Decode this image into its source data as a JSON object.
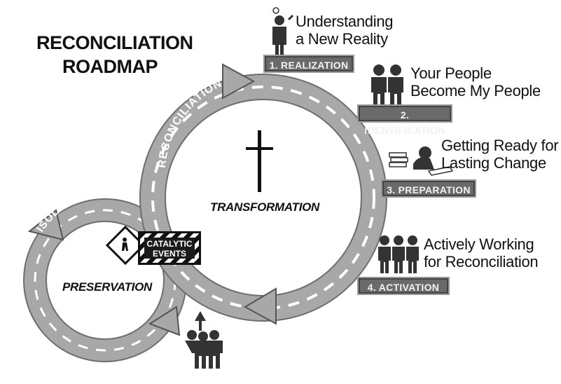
{
  "title_line1": "RECONCILIATION",
  "title_line2": "ROADMAP",
  "road_labels": {
    "reconciliation": "RECONCILIATION",
    "isolation": "ISOLATION"
  },
  "center_labels": {
    "transformation": "TRANSFORMATION",
    "preservation": "PRESERVATION"
  },
  "catalytic": {
    "line1": "CATALYTIC",
    "line2": "EVENTS"
  },
  "stages": [
    {
      "box_label": "1. REALIZATION",
      "caption_line1": "Understanding",
      "caption_line2": "a New Reality",
      "icon": "person-lightbulb-icon"
    },
    {
      "box_label": "2. IDENTIFICATION",
      "caption_line1": "Your People",
      "caption_line2": "Become My People",
      "icon": "two-people-icon"
    },
    {
      "box_label": "3. PREPARATION",
      "caption_line1": "Getting Ready for",
      "caption_line2": "Lasting Change",
      "icon": "person-studying-icon"
    },
    {
      "box_label": "4. ACTIVATION",
      "caption_line1": "Actively Working",
      "caption_line2": "for Reconciliation",
      "icon": "three-people-icon"
    }
  ],
  "colors": {
    "road": "#a8a8a8",
    "road_edge": "#6e6e6e",
    "dash": "#ffffff",
    "box": "#6a6a6a",
    "figure": "#333333"
  },
  "icons": [
    "cross-icon",
    "crowd-up-arrow-icon",
    "construction-sign-icon"
  ]
}
